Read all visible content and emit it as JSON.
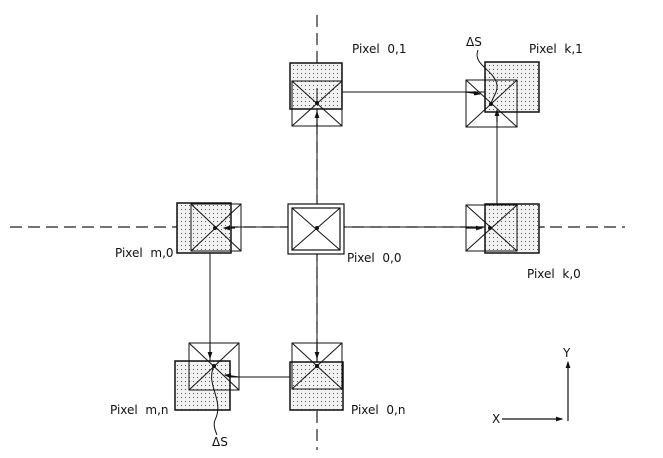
{
  "diagram": {
    "type": "pixel-shift-grid",
    "pixels": [
      {
        "id": "p00",
        "label": "Pixel  0,0",
        "role": "reference"
      },
      {
        "id": "p01",
        "label": "Pixel  0,1",
        "shift": "down"
      },
      {
        "id": "pk1",
        "label": "Pixel  k,1",
        "shift": "diagonal-down-left"
      },
      {
        "id": "pm0",
        "label": "Pixel  m,0",
        "shift": "right"
      },
      {
        "id": "pk0",
        "label": "Pixel  k,0",
        "shift": "left"
      },
      {
        "id": "pmn",
        "label": "Pixel  m,n",
        "shift": "diagonal-up-right"
      },
      {
        "id": "p0n",
        "label": "Pixel  0,n",
        "shift": "up"
      }
    ],
    "delta_labels": [
      "ΔS",
      "ΔS"
    ],
    "axes": {
      "x": "X",
      "y": "Y"
    },
    "colors": {
      "line": "#111111",
      "stipple": "#e4e4e4",
      "axis_dash": "#222222"
    }
  }
}
